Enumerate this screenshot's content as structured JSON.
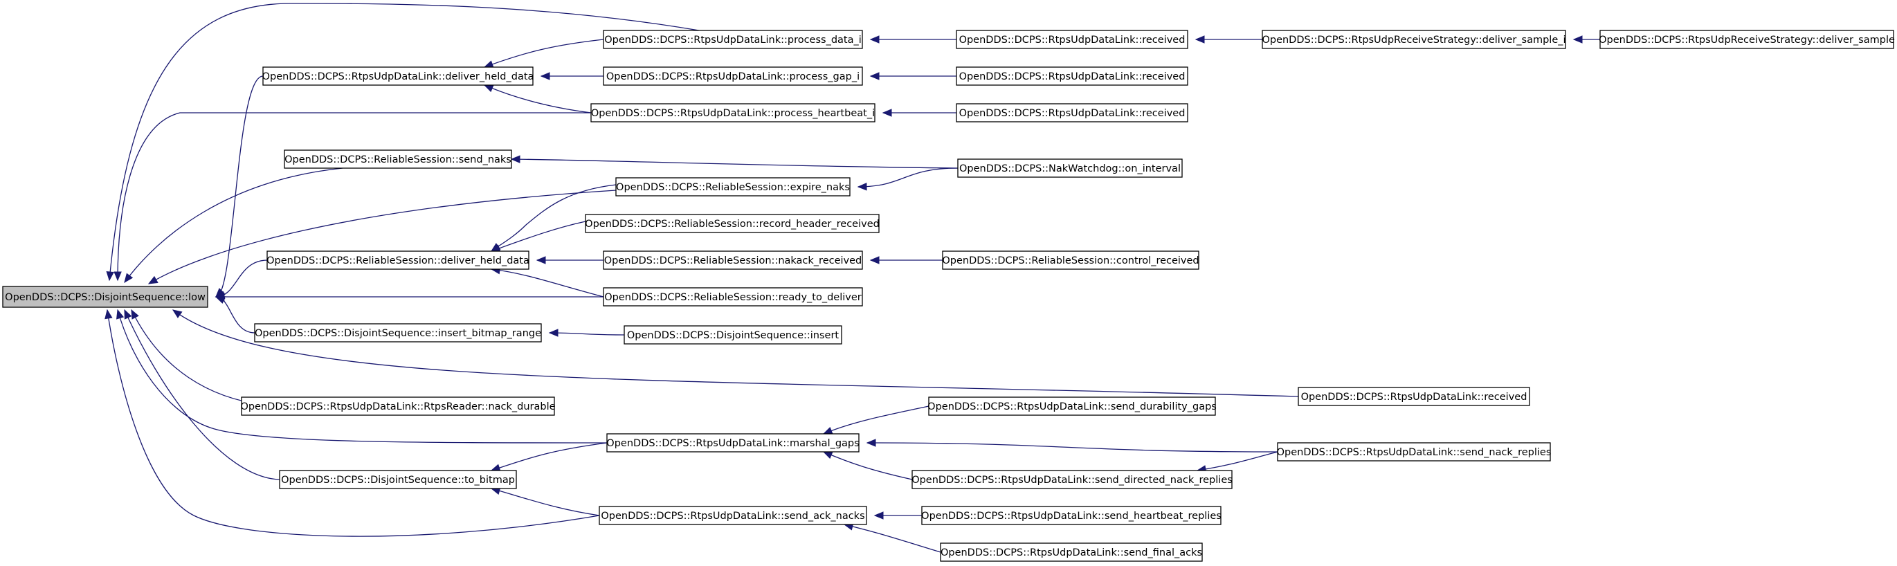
{
  "graph": {
    "root": "n0",
    "colors": {
      "edge": "#191970",
      "root_fill": "#bfbfbf",
      "node_fill": "#ffffff",
      "node_border": "#000000"
    },
    "nodes": [
      {
        "id": "n0",
        "label": "OpenDDS::DCPS::DisjointSequence::low"
      },
      {
        "id": "n1",
        "label": "OpenDDS::DCPS::RtpsUdpDataLink::process_data_i"
      },
      {
        "id": "n2",
        "label": "OpenDDS::DCPS::RtpsUdpDataLink::received"
      },
      {
        "id": "n3",
        "label": "OpenDDS::DCPS::RtpsUdpReceiveStrategy::deliver_sample_i"
      },
      {
        "id": "n4",
        "label": "OpenDDS::DCPS::RtpsUdpReceiveStrategy::deliver_sample"
      },
      {
        "id": "n5",
        "label": "OpenDDS::DCPS::RtpsUdpDataLink::deliver_held_data"
      },
      {
        "id": "n6",
        "label": "OpenDDS::DCPS::RtpsUdpDataLink::process_gap_i"
      },
      {
        "id": "n7",
        "label": "OpenDDS::DCPS::RtpsUdpDataLink::received"
      },
      {
        "id": "n8",
        "label": "OpenDDS::DCPS::RtpsUdpDataLink::process_heartbeat_i"
      },
      {
        "id": "n9",
        "label": "OpenDDS::DCPS::RtpsUdpDataLink::received"
      },
      {
        "id": "n10",
        "label": "OpenDDS::DCPS::ReliableSession::send_naks"
      },
      {
        "id": "n11",
        "label": "OpenDDS::DCPS::NakWatchdog::on_interval"
      },
      {
        "id": "n12",
        "label": "OpenDDS::DCPS::ReliableSession::expire_naks"
      },
      {
        "id": "n13",
        "label": "OpenDDS::DCPS::ReliableSession::record_header_received"
      },
      {
        "id": "n14",
        "label": "OpenDDS::DCPS::ReliableSession::deliver_held_data"
      },
      {
        "id": "n15",
        "label": "OpenDDS::DCPS::ReliableSession::nakack_received"
      },
      {
        "id": "n16",
        "label": "OpenDDS::DCPS::ReliableSession::control_received"
      },
      {
        "id": "n17",
        "label": "OpenDDS::DCPS::ReliableSession::ready_to_deliver"
      },
      {
        "id": "n18",
        "label": "OpenDDS::DCPS::DisjointSequence::insert_bitmap_range"
      },
      {
        "id": "n19",
        "label": "OpenDDS::DCPS::DisjointSequence::insert"
      },
      {
        "id": "n20",
        "label": "OpenDDS::DCPS::RtpsUdpDataLink::received"
      },
      {
        "id": "n21",
        "label": "OpenDDS::DCPS::RtpsUdpDataLink::RtpsReader::nack_durable"
      },
      {
        "id": "n22",
        "label": "OpenDDS::DCPS::RtpsUdpDataLink::send_durability_gaps"
      },
      {
        "id": "n23",
        "label": "OpenDDS::DCPS::RtpsUdpDataLink::marshal_gaps"
      },
      {
        "id": "n24",
        "label": "OpenDDS::DCPS::RtpsUdpDataLink::send_nack_replies"
      },
      {
        "id": "n25",
        "label": "OpenDDS::DCPS::DisjointSequence::to_bitmap"
      },
      {
        "id": "n26",
        "label": "OpenDDS::DCPS::RtpsUdpDataLink::send_directed_nack_replies"
      },
      {
        "id": "n27",
        "label": "OpenDDS::DCPS::RtpsUdpDataLink::send_ack_nacks"
      },
      {
        "id": "n28",
        "label": "OpenDDS::DCPS::RtpsUdpDataLink::send_heartbeat_replies"
      },
      {
        "id": "n29",
        "label": "OpenDDS::DCPS::RtpsUdpDataLink::send_final_acks"
      }
    ],
    "edges": [
      {
        "from": "n1",
        "to": "n0"
      },
      {
        "from": "n5",
        "to": "n0"
      },
      {
        "from": "n8",
        "to": "n0"
      },
      {
        "from": "n10",
        "to": "n0"
      },
      {
        "from": "n12",
        "to": "n0"
      },
      {
        "from": "n14",
        "to": "n0"
      },
      {
        "from": "n17",
        "to": "n0"
      },
      {
        "from": "n18",
        "to": "n0"
      },
      {
        "from": "n20",
        "to": "n0"
      },
      {
        "from": "n21",
        "to": "n0"
      },
      {
        "from": "n23",
        "to": "n0"
      },
      {
        "from": "n25",
        "to": "n0"
      },
      {
        "from": "n27",
        "to": "n0"
      },
      {
        "from": "n2",
        "to": "n1"
      },
      {
        "from": "n3",
        "to": "n2"
      },
      {
        "from": "n4",
        "to": "n3"
      },
      {
        "from": "n1",
        "to": "n5"
      },
      {
        "from": "n6",
        "to": "n5"
      },
      {
        "from": "n8",
        "to": "n5"
      },
      {
        "from": "n7",
        "to": "n6"
      },
      {
        "from": "n9",
        "to": "n8"
      },
      {
        "from": "n11",
        "to": "n10"
      },
      {
        "from": "n11",
        "to": "n12"
      },
      {
        "from": "n12",
        "to": "n14"
      },
      {
        "from": "n13",
        "to": "n14"
      },
      {
        "from": "n15",
        "to": "n14"
      },
      {
        "from": "n17",
        "to": "n14"
      },
      {
        "from": "n16",
        "to": "n15"
      },
      {
        "from": "n19",
        "to": "n18"
      },
      {
        "from": "n22",
        "to": "n23"
      },
      {
        "from": "n24",
        "to": "n23"
      },
      {
        "from": "n26",
        "to": "n23"
      },
      {
        "from": "n23",
        "to": "n25"
      },
      {
        "from": "n27",
        "to": "n25"
      },
      {
        "from": "n28",
        "to": "n27"
      },
      {
        "from": "n29",
        "to": "n27"
      },
      {
        "from": "n24",
        "to": "n26"
      }
    ]
  }
}
